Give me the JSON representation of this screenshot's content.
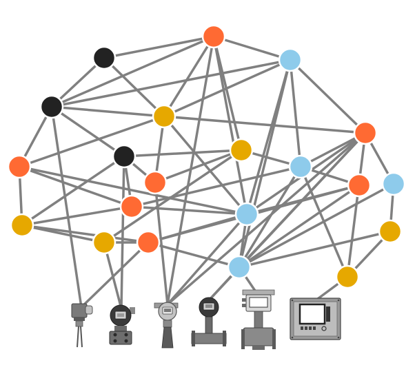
{
  "colors": {
    "background": "#ffffff",
    "edge": "#808080",
    "node_orange": "#ff6a33",
    "node_black": "#222222",
    "node_blue": "#8ecbeb",
    "node_yellow": "#e6a800",
    "device_body": "#7a7a7a",
    "device_light": "#c4c4c4",
    "device_dark": "#3a3a3a"
  },
  "nodes": [
    {
      "id": "n1",
      "color": "orange"
    },
    {
      "id": "n2",
      "color": "blue"
    },
    {
      "id": "n3",
      "color": "black"
    },
    {
      "id": "n4",
      "color": "black"
    },
    {
      "id": "n5",
      "color": "yellow"
    },
    {
      "id": "n6",
      "color": "orange"
    },
    {
      "id": "n7",
      "color": "orange"
    },
    {
      "id": "n8",
      "color": "black"
    },
    {
      "id": "n9",
      "color": "yellow"
    },
    {
      "id": "n10",
      "color": "blue"
    },
    {
      "id": "n11",
      "color": "orange"
    },
    {
      "id": "n12",
      "color": "blue"
    },
    {
      "id": "n13",
      "color": "orange"
    },
    {
      "id": "n14",
      "color": "orange"
    },
    {
      "id": "n15",
      "color": "yellow"
    },
    {
      "id": "n16",
      "color": "blue"
    },
    {
      "id": "n17",
      "color": "yellow"
    },
    {
      "id": "n18",
      "color": "orange"
    },
    {
      "id": "n19",
      "color": "yellow"
    },
    {
      "id": "n20",
      "color": "blue"
    },
    {
      "id": "n21",
      "color": "yellow"
    }
  ],
  "devices": [
    {
      "id": "d1",
      "icon": "level-probe-transmitter-icon"
    },
    {
      "id": "d2",
      "icon": "pressure-transmitter-icon"
    },
    {
      "id": "d3",
      "icon": "radar-level-transmitter-icon"
    },
    {
      "id": "d4",
      "icon": "flowmeter-icon"
    },
    {
      "id": "d5",
      "icon": "control-valve-icon"
    },
    {
      "id": "d6",
      "icon": "panel-controller-icon"
    }
  ],
  "edges": [
    [
      "n3",
      "n1"
    ],
    [
      "n1",
      "n2"
    ],
    [
      "n3",
      "n5"
    ],
    [
      "n4",
      "n1"
    ],
    [
      "n4",
      "n2"
    ],
    [
      "n4",
      "n5"
    ],
    [
      "n4",
      "n8"
    ],
    [
      "n4",
      "n7"
    ],
    [
      "n4",
      "n15"
    ],
    [
      "n4",
      "d1"
    ],
    [
      "n5",
      "n1"
    ],
    [
      "n5",
      "n2"
    ],
    [
      "n5",
      "n6"
    ],
    [
      "n5",
      "n7"
    ],
    [
      "n5",
      "n11"
    ],
    [
      "n5",
      "n16"
    ],
    [
      "n1",
      "n9"
    ],
    [
      "n1",
      "d3"
    ],
    [
      "n2",
      "n10"
    ],
    [
      "n2",
      "n16"
    ],
    [
      "n2",
      "n11"
    ],
    [
      "n11",
      "n12"
    ],
    [
      "n11",
      "n10"
    ],
    [
      "n11",
      "n20"
    ],
    [
      "n11",
      "n21"
    ],
    [
      "n11",
      "d3"
    ],
    [
      "n11",
      "d4"
    ],
    [
      "n12",
      "n17"
    ],
    [
      "n17",
      "n21"
    ],
    [
      "n17",
      "n20"
    ],
    [
      "n8",
      "n9"
    ],
    [
      "n8",
      "n13"
    ],
    [
      "n8",
      "n15"
    ],
    [
      "n8",
      "n6"
    ],
    [
      "n8",
      "d2"
    ],
    [
      "n9",
      "n10"
    ],
    [
      "n9",
      "n6"
    ],
    [
      "n10",
      "n13"
    ],
    [
      "n10",
      "n21"
    ],
    [
      "n10",
      "n14"
    ],
    [
      "n7",
      "n15"
    ],
    [
      "n7",
      "n13"
    ],
    [
      "n7",
      "n16"
    ],
    [
      "n13",
      "n16"
    ],
    [
      "n13",
      "n15"
    ],
    [
      "n15",
      "n18"
    ],
    [
      "n15",
      "n16"
    ],
    [
      "n18",
      "n14"
    ],
    [
      "n18",
      "n16"
    ],
    [
      "n16",
      "n19"
    ],
    [
      "n16",
      "n20"
    ],
    [
      "n14",
      "n19"
    ],
    [
      "n14",
      "n6"
    ],
    [
      "n14",
      "d1"
    ],
    [
      "n14",
      "n20"
    ],
    [
      "n19",
      "d2"
    ],
    [
      "n19",
      "n16"
    ],
    [
      "n6",
      "n16"
    ],
    [
      "n6",
      "n18"
    ],
    [
      "n20",
      "n17"
    ],
    [
      "n20",
      "d4"
    ],
    [
      "n20",
      "d5"
    ],
    [
      "n20",
      "n12"
    ],
    [
      "n21",
      "d6"
    ],
    [
      "n16",
      "d3"
    ],
    [
      "n9",
      "n16"
    ],
    [
      "n10",
      "n16"
    ],
    [
      "n1",
      "n16"
    ],
    [
      "n11",
      "n20"
    ]
  ]
}
